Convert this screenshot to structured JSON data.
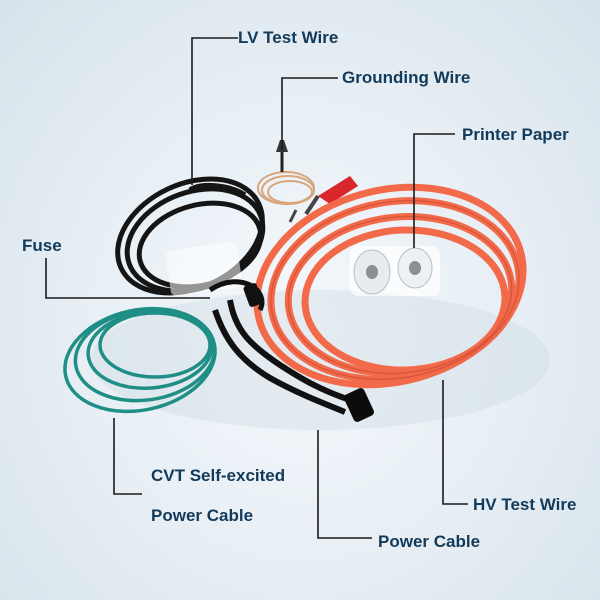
{
  "labels": {
    "lv_test_wire": "LV Test Wire",
    "grounding_wire": "Grounding Wire",
    "printer_paper": "Printer Paper",
    "fuse": "Fuse",
    "cvt_line1": "CVT Self-excited",
    "cvt_line2": "Power Cable",
    "power_cable": "Power Cable",
    "hv_test_wire": "HV Test Wire"
  },
  "colors": {
    "label_text": "#123a5a",
    "leader_line": "#1a1a1a",
    "hv_wire": "#f26a4a",
    "lv_wire": "#151515",
    "cvt_wire": "#1f8f86",
    "grounding_wire": "#d9a57a",
    "clamp_red": "#d8262b",
    "power_cable": "#111111"
  },
  "icons": {
    "photo": "cable-kit-photo"
  }
}
